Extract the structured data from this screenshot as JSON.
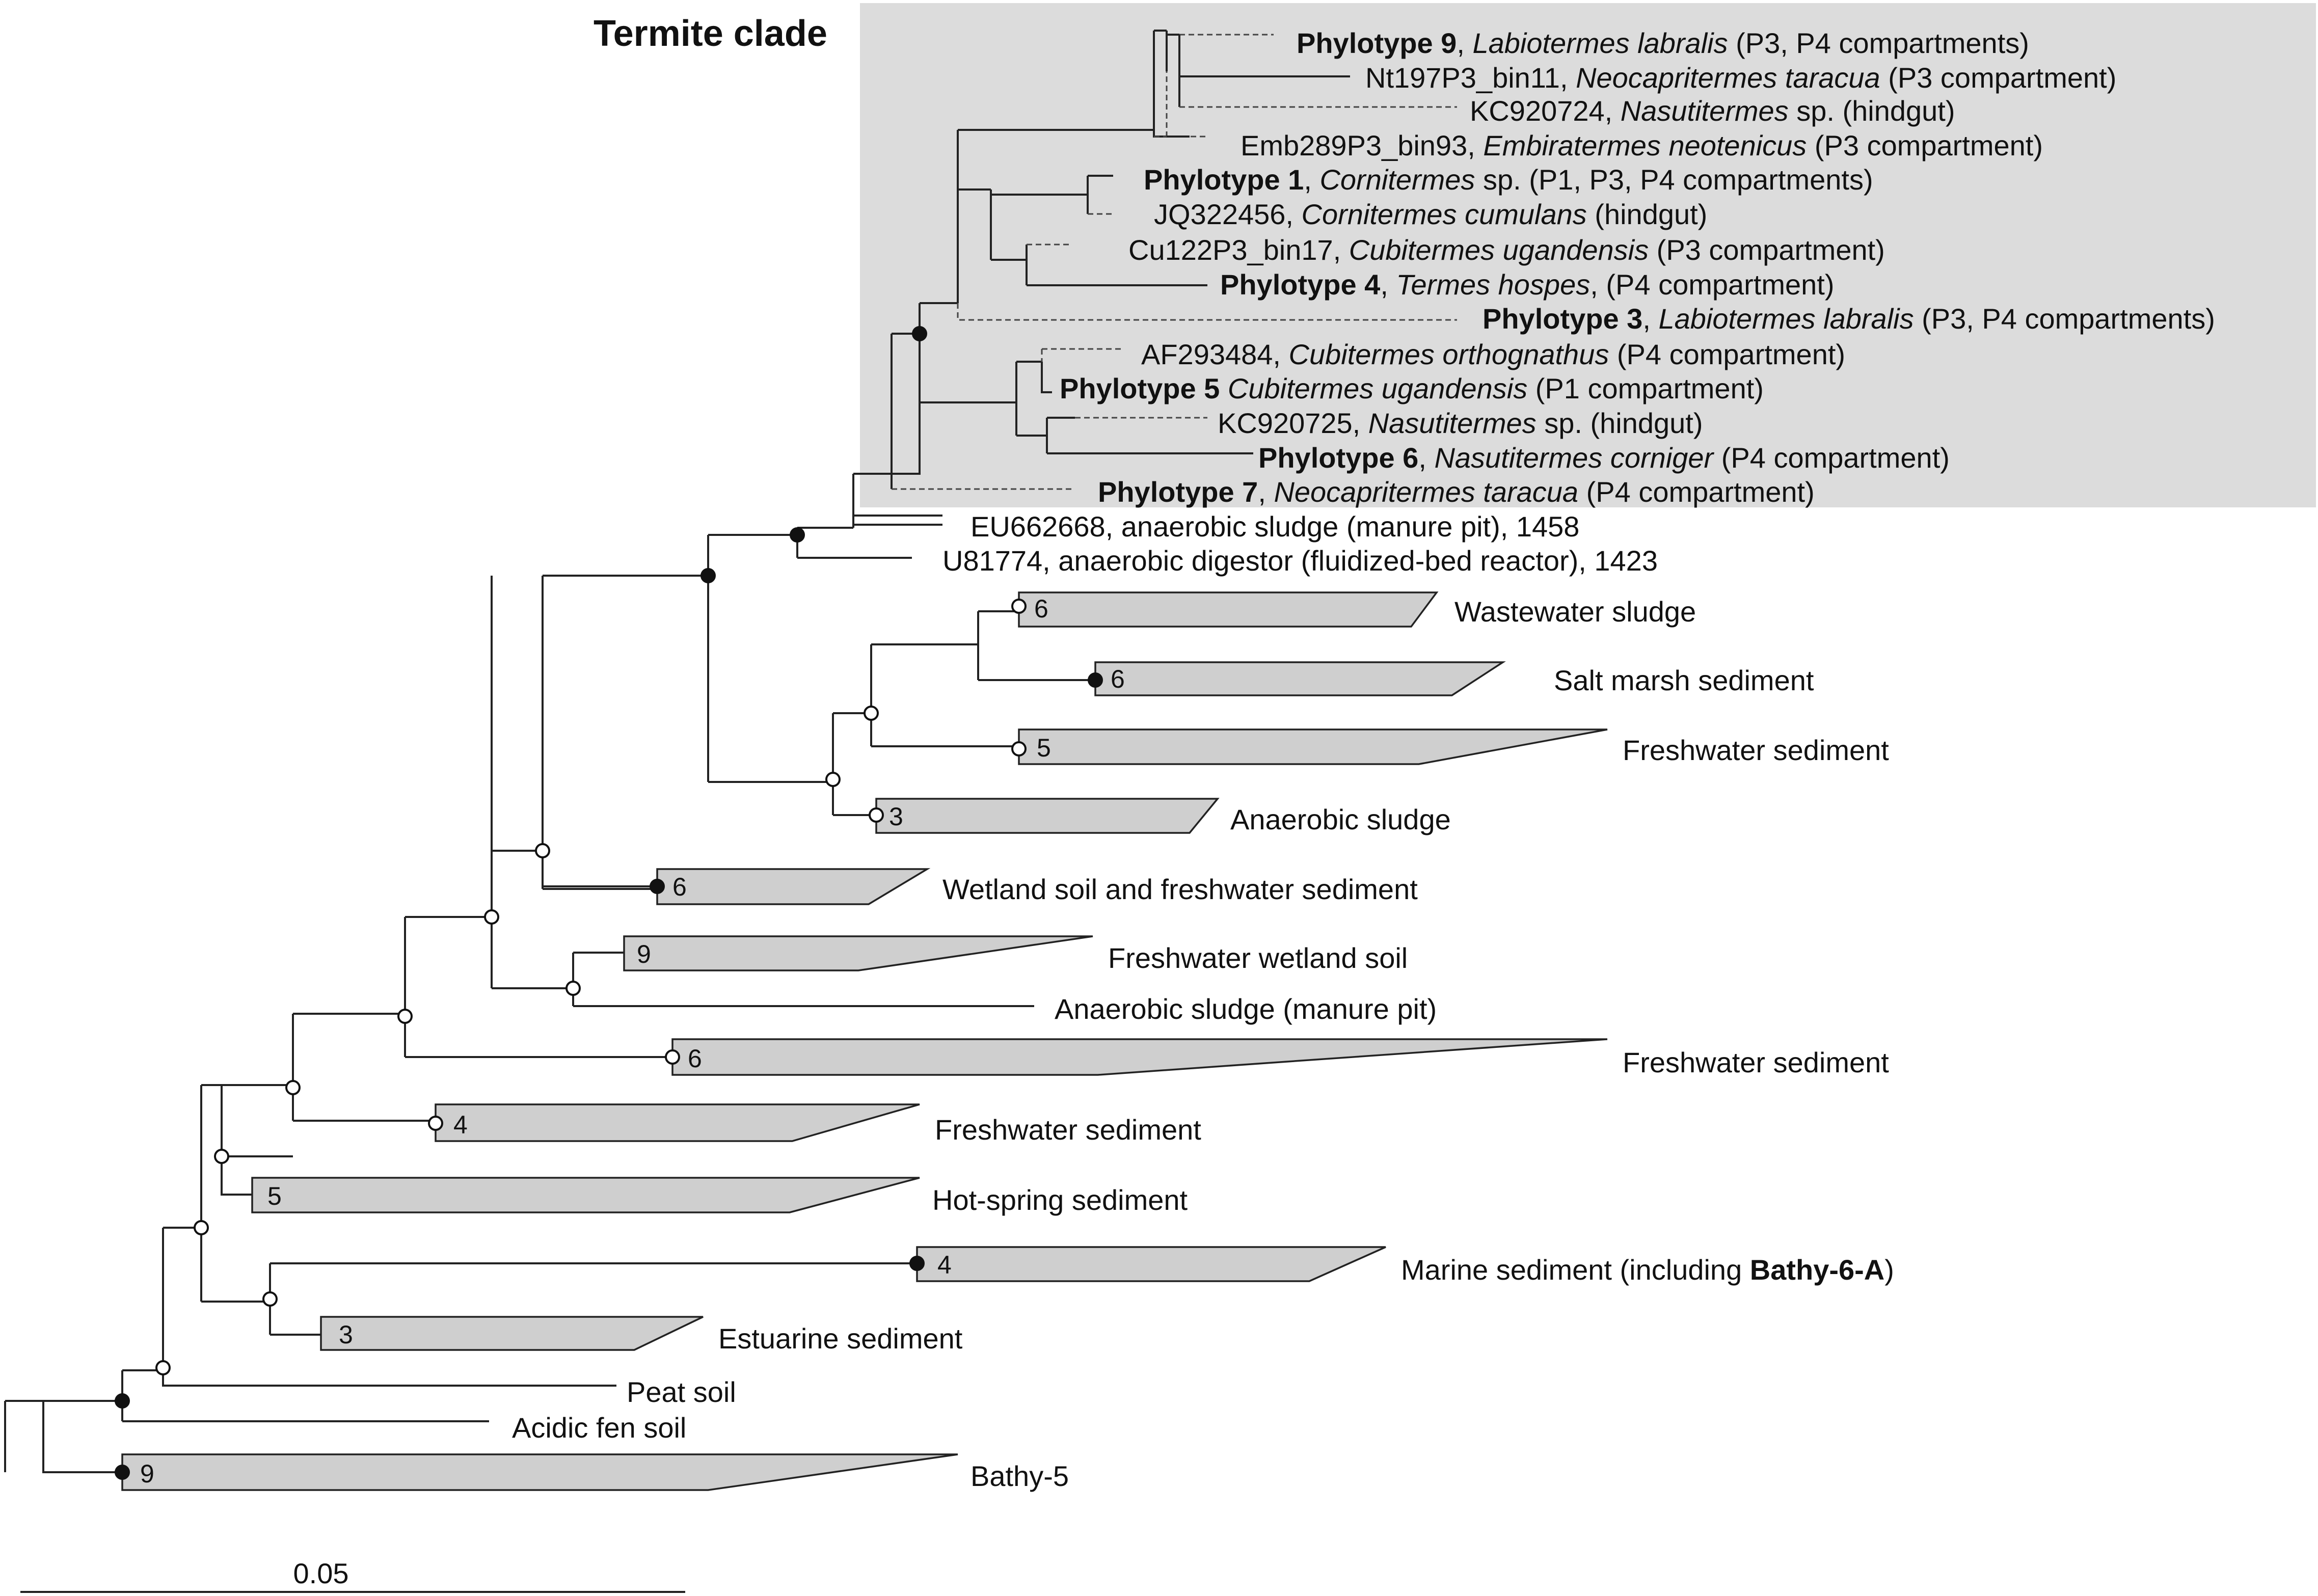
{
  "termite_clade": {
    "title": "Termite clade",
    "leaves": [
      {
        "id": "phylotype-9",
        "parts": [
          {
            "t": "Phylotype 9",
            "s": "b"
          },
          {
            "t": ", ",
            "s": "n"
          },
          {
            "t": "Labiotermes labralis",
            "s": "i"
          },
          {
            "t": " (P3, P4 compartments)",
            "s": "n"
          }
        ]
      },
      {
        "id": "nt197p3-bin11",
        "parts": [
          {
            "t": "Nt197P3_bin11, ",
            "s": "n"
          },
          {
            "t": "Neocapritermes taracua",
            "s": "i"
          },
          {
            "t": " (P3 compartment)",
            "s": "n"
          }
        ]
      },
      {
        "id": "kc920724",
        "parts": [
          {
            "t": "KC920724, ",
            "s": "n"
          },
          {
            "t": "Nasutitermes",
            "s": "i"
          },
          {
            "t": " sp. (hindgut)",
            "s": "n"
          }
        ]
      },
      {
        "id": "emb289p3-bin93",
        "parts": [
          {
            "t": "Emb289P3_bin93, ",
            "s": "n"
          },
          {
            "t": "Embiratermes neotenicus",
            "s": "i"
          },
          {
            "t": " (P3 compartment)",
            "s": "n"
          }
        ]
      },
      {
        "id": "phylotype-1",
        "parts": [
          {
            "t": "Phylotype 1",
            "s": "b"
          },
          {
            "t": ", ",
            "s": "n"
          },
          {
            "t": "Cornitermes",
            "s": "i"
          },
          {
            "t": " sp. (P1, P3, P4 compartments)",
            "s": "n"
          }
        ]
      },
      {
        "id": "jq322456",
        "parts": [
          {
            "t": "JQ322456, ",
            "s": "n"
          },
          {
            "t": "Cornitermes cumulans",
            "s": "i"
          },
          {
            "t": " (hindgut)",
            "s": "n"
          }
        ]
      },
      {
        "id": "cu122p3-bin17",
        "parts": [
          {
            "t": "Cu122P3_bin17, ",
            "s": "n"
          },
          {
            "t": "Cubitermes ugandensis",
            "s": "i"
          },
          {
            "t": " (P3 compartment)",
            "s": "n"
          }
        ]
      },
      {
        "id": "phylotype-4",
        "parts": [
          {
            "t": "Phylotype 4",
            "s": "b"
          },
          {
            "t": ", ",
            "s": "n"
          },
          {
            "t": "Termes hospes",
            "s": "i"
          },
          {
            "t": ", (P4 compartment)",
            "s": "n"
          }
        ]
      },
      {
        "id": "phylotype-3",
        "parts": [
          {
            "t": "Phylotype 3",
            "s": "b"
          },
          {
            "t": ", ",
            "s": "n"
          },
          {
            "t": "Labiotermes labralis",
            "s": "i"
          },
          {
            "t": " (P3, P4 compartments)",
            "s": "n"
          }
        ]
      },
      {
        "id": "af293484",
        "parts": [
          {
            "t": "AF293484, ",
            "s": "n"
          },
          {
            "t": "Cubitermes orthognathus",
            "s": "i"
          },
          {
            "t": " (P4 compartment)",
            "s": "n"
          }
        ]
      },
      {
        "id": "phylotype-5",
        "parts": [
          {
            "t": "Phylotype 5",
            "s": "b"
          },
          {
            "t": " ",
            "s": "n"
          },
          {
            "t": "Cubitermes ugandensis",
            "s": "i"
          },
          {
            "t": " (P1 compartment)",
            "s": "n"
          }
        ]
      },
      {
        "id": "kc920725",
        "parts": [
          {
            "t": "KC920725, ",
            "s": "n"
          },
          {
            "t": "Nasutitermes",
            "s": "i"
          },
          {
            "t": " sp. (hindgut)",
            "s": "n"
          }
        ]
      },
      {
        "id": "phylotype-6",
        "parts": [
          {
            "t": "Phylotype 6",
            "s": "b"
          },
          {
            "t": ", ",
            "s": "n"
          },
          {
            "t": "Nasutitermes corniger",
            "s": "i"
          },
          {
            "t": " (P4 compartment)",
            "s": "n"
          }
        ]
      },
      {
        "id": "phylotype-7",
        "parts": [
          {
            "t": "Phylotype 7",
            "s": "b"
          },
          {
            "t": ", ",
            "s": "n"
          },
          {
            "t": "Neocapritermes taracua",
            "s": "i"
          },
          {
            "t": " (P4 compartment)",
            "s": "n"
          }
        ]
      }
    ]
  },
  "outgroup_leaves": [
    {
      "id": "eu662668",
      "parts": [
        {
          "t": "EU662668, anaerobic sludge (manure pit), 1458",
          "s": "n"
        }
      ]
    },
    {
      "id": "u81774",
      "parts": [
        {
          "t": "U81774, anaerobic digestor (fluidized-bed reactor), 1423",
          "s": "n"
        }
      ]
    },
    {
      "id": "anaerobic-sludge-manure-pit",
      "parts": [
        {
          "t": "Anaerobic sludge (manure pit)",
          "s": "n"
        }
      ]
    },
    {
      "id": "peat-soil",
      "parts": [
        {
          "t": "Peat soil",
          "s": "n"
        }
      ]
    },
    {
      "id": "acidic-fen-soil",
      "parts": [
        {
          "t": "Acidic fen soil",
          "s": "n"
        }
      ]
    }
  ],
  "collapsed_clades": [
    {
      "id": "wastewater-sludge",
      "count": "6",
      "parts": [
        {
          "t": "Wastewater sludge",
          "s": "n"
        }
      ]
    },
    {
      "id": "salt-marsh-sediment",
      "count": "6",
      "parts": [
        {
          "t": "Salt marsh sediment",
          "s": "n"
        }
      ]
    },
    {
      "id": "freshwater-sediment-1",
      "count": "5",
      "parts": [
        {
          "t": "Freshwater sediment",
          "s": "n"
        }
      ]
    },
    {
      "id": "anaerobic-sludge",
      "count": "3",
      "parts": [
        {
          "t": "Anaerobic sludge",
          "s": "n"
        }
      ]
    },
    {
      "id": "wetland-soil-freshwater-sediment",
      "count": "6",
      "parts": [
        {
          "t": "Wetland soil and freshwater sediment",
          "s": "n"
        }
      ]
    },
    {
      "id": "freshwater-wetland-soil",
      "count": "9",
      "parts": [
        {
          "t": "Freshwater wetland soil",
          "s": "n"
        }
      ]
    },
    {
      "id": "freshwater-sediment-2",
      "count": "6",
      "parts": [
        {
          "t": "Freshwater sediment",
          "s": "n"
        }
      ]
    },
    {
      "id": "freshwater-sediment-3",
      "count": "4",
      "parts": [
        {
          "t": "Freshwater sediment",
          "s": "n"
        }
      ]
    },
    {
      "id": "hot-spring-sediment",
      "count": "5",
      "parts": [
        {
          "t": "Hot-spring sediment",
          "s": "n"
        }
      ]
    },
    {
      "id": "marine-sediment",
      "count": "4",
      "parts": [
        {
          "t": "Marine sediment (including ",
          "s": "n"
        },
        {
          "t": "Bathy-6-A",
          "s": "b"
        },
        {
          "t": ")",
          "s": "n"
        }
      ]
    },
    {
      "id": "estuarine-sediment",
      "count": "3",
      "parts": [
        {
          "t": "Estuarine sediment",
          "s": "n"
        }
      ]
    },
    {
      "id": "bathy-5",
      "count": "9",
      "parts": [
        {
          "t": "Bathy-5",
          "s": "n"
        }
      ]
    }
  ],
  "scale_bar": {
    "label": "0.05"
  },
  "colors": {
    "clade_shading": "#dcdcdc",
    "wedge_fill": "#cfcfcf",
    "line": "#222222"
  }
}
